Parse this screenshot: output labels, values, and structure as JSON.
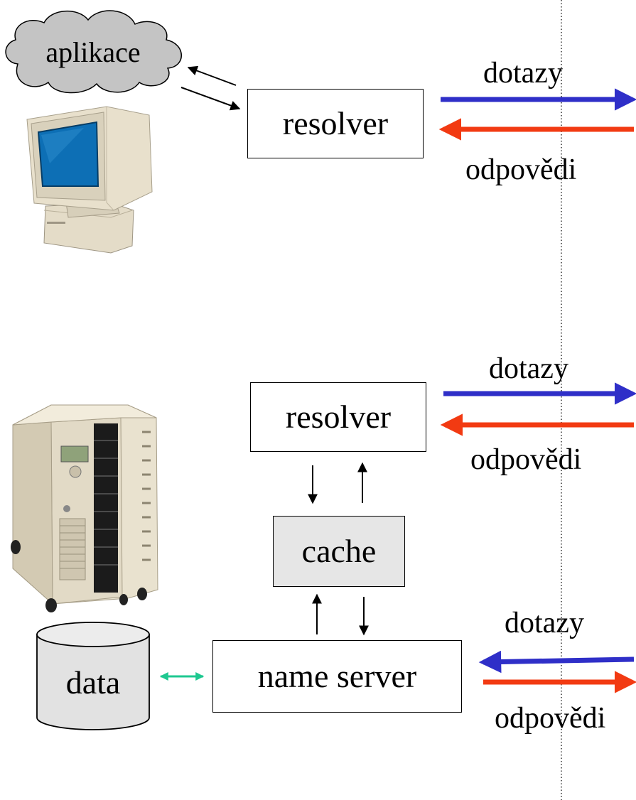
{
  "client": {
    "app_label": "aplikace",
    "resolver_label": "resolver",
    "query_label": "dotazy",
    "answer_label": "odpovědi"
  },
  "server": {
    "resolver_label": "resolver",
    "cache_label": "cache",
    "name_server_label": "name server",
    "data_label": "data",
    "upper_query_label": "dotazy",
    "upper_answer_label": "odpovědi",
    "lower_query_label": "dotazy",
    "lower_answer_label": "odpovědi"
  },
  "colors": {
    "query_arrow": "#2f2fc8",
    "answer_arrow": "#f23a12",
    "data_link": "#1ec890",
    "cache_fill": "#e6e6e6",
    "cloud_fill": "#c4c4c4"
  },
  "icons": [
    "desktop-computer-icon",
    "tower-server-icon",
    "database-cylinder-icon",
    "cloud-icon"
  ]
}
